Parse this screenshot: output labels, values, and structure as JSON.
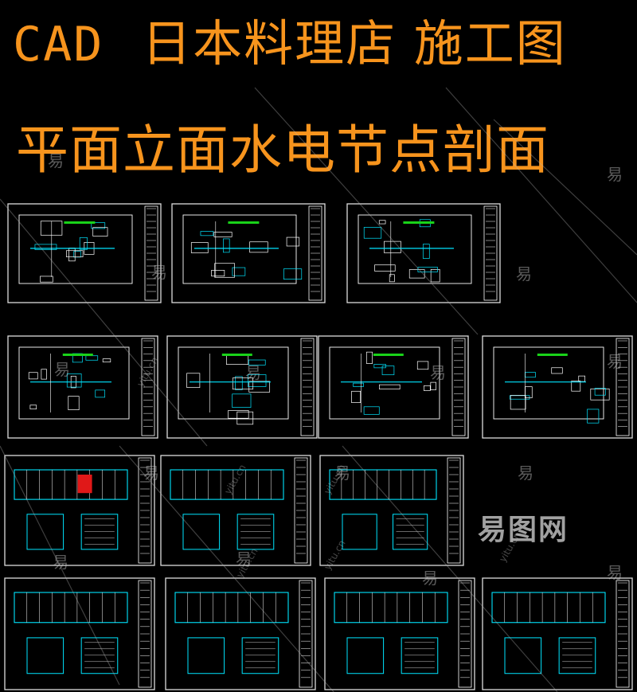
{
  "banner": {
    "line1_prefix": "CAD",
    "line1_rest": "日本料理店 施工图",
    "line2": "平面立面水电节点剖面",
    "color": "#f7941d"
  },
  "watermark": {
    "char": "易",
    "site": "yitu.cn",
    "brand": "易图网"
  },
  "colors": {
    "background": "#000000",
    "sheet_border": "#dcdcdc",
    "cad_line": "#ffffff",
    "cad_cyan": "#00e5ff",
    "cad_green": "#19d319",
    "cad_red": "#e01818"
  }
}
